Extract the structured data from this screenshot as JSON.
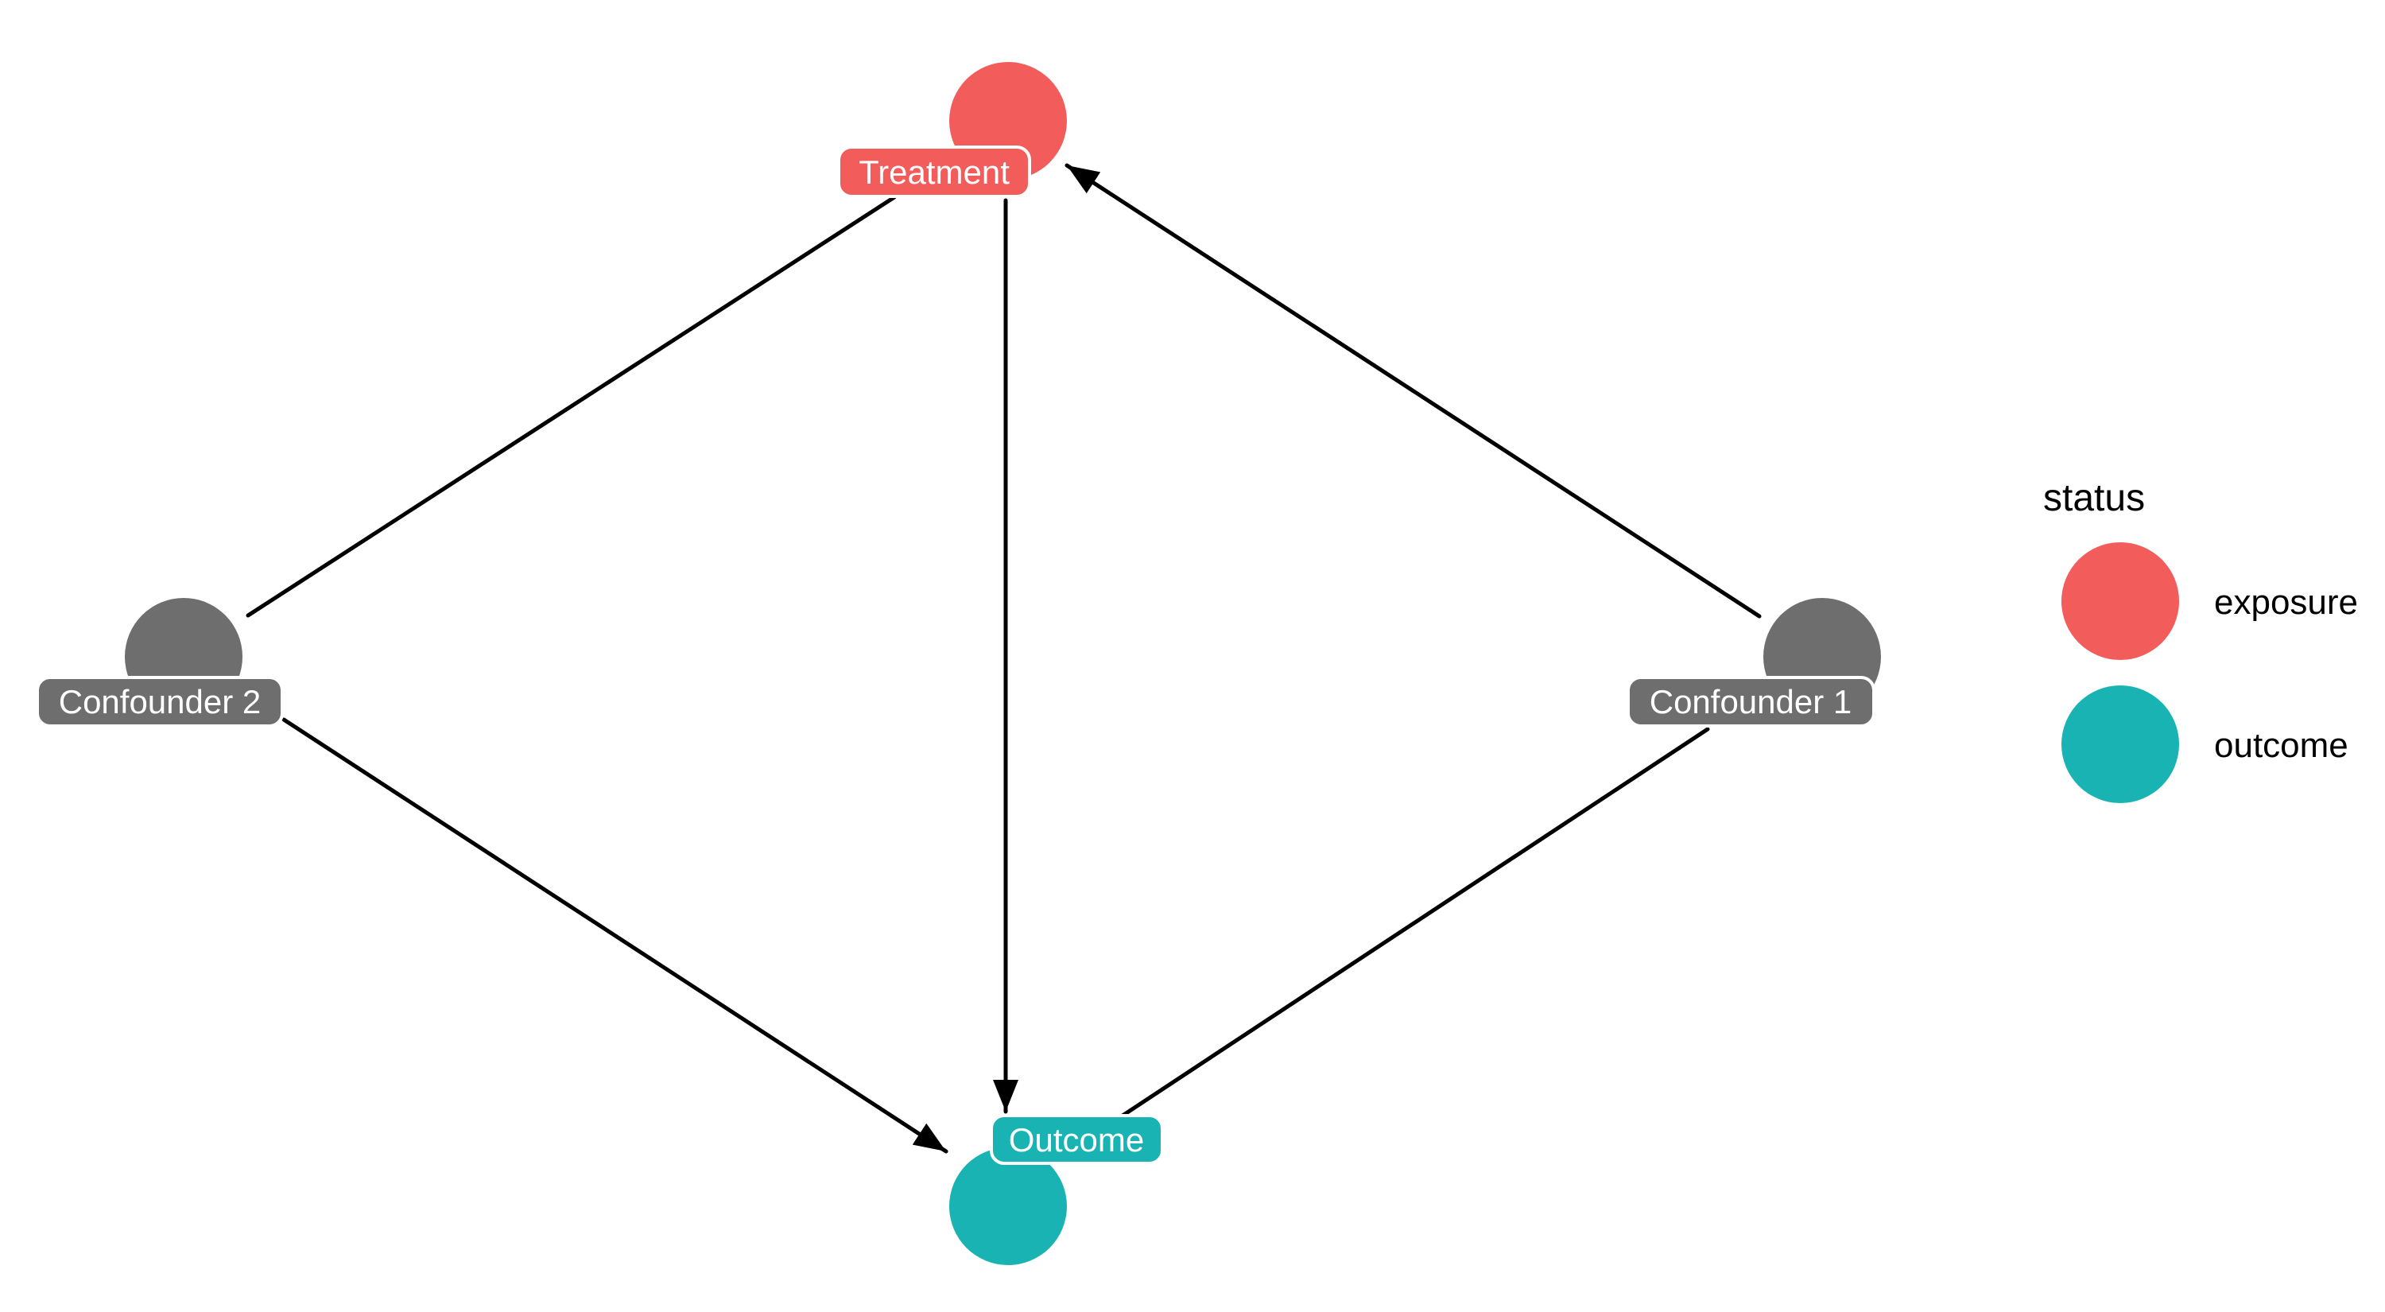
{
  "diagram": {
    "kind": "causal-dag",
    "background": "#FFFFFF"
  },
  "colors": {
    "exposure": "#F25C5B",
    "outcome": "#1AB3B4",
    "confounder": "#6E6E6E",
    "edge": "#000000",
    "label_text": "#FFFFFF",
    "label_border": "#FFFFFF",
    "legend_text": "#000000"
  },
  "nodes": {
    "treatment": {
      "label": "Treatment",
      "status": "exposure"
    },
    "outcome": {
      "label": "Outcome",
      "status": "outcome"
    },
    "confounder1": {
      "label": "Confounder 1",
      "status": "none"
    },
    "confounder2": {
      "label": "Confounder 2",
      "status": "none"
    }
  },
  "edges": [
    {
      "from": "Confounder 2",
      "to": "Treatment"
    },
    {
      "from": "Confounder 2",
      "to": "Outcome"
    },
    {
      "from": "Treatment",
      "to": "Outcome"
    },
    {
      "from": "Confounder 1",
      "to": "Treatment"
    },
    {
      "from": "Confounder 1",
      "to": "Outcome"
    }
  ],
  "legend": {
    "title": "status",
    "items": [
      {
        "label": "exposure",
        "color": "#F25C5B"
      },
      {
        "label": "outcome",
        "color": "#1AB3B4"
      }
    ]
  }
}
